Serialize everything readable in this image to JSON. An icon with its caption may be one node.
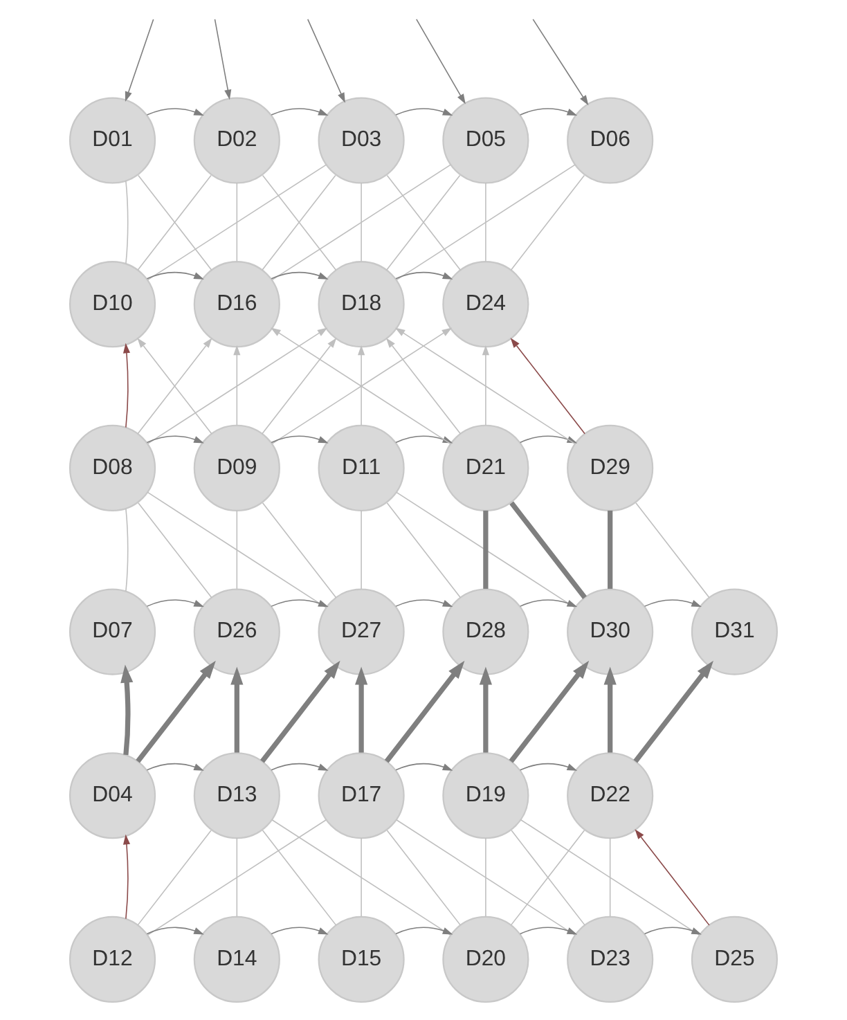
{
  "diagram": {
    "nodes": [
      {
        "text": [
          "D01"
        ]
      },
      {
        "text": [
          "D02"
        ]
      },
      {
        "text": [
          "D03"
        ]
      },
      {
        "text": [
          "D05"
        ]
      },
      {
        "text": [
          "D06"
        ]
      },
      {
        "text": [
          "D10"
        ]
      },
      {
        "text": [
          "D16"
        ]
      },
      {
        "text": [
          "D18"
        ]
      },
      {
        "text": [
          "D24"
        ]
      },
      {
        "text": [
          "D08"
        ]
      },
      {
        "text": [
          "D09"
        ]
      },
      {
        "text": [
          "D11"
        ]
      },
      {
        "text": [
          "D21"
        ]
      },
      {
        "text": [
          "D29"
        ]
      },
      {
        "text": [
          "D07"
        ]
      },
      {
        "text": [
          "D26"
        ]
      },
      {
        "text": [
          "D27"
        ]
      },
      {
        "text": [
          "D28"
        ]
      },
      {
        "text": [
          "D30"
        ]
      },
      {
        "text": [
          "D31"
        ]
      },
      {
        "text": [
          "D04"
        ]
      },
      {
        "text": [
          "D13"
        ]
      },
      {
        "text": [
          "D17"
        ]
      },
      {
        "text": [
          "D19"
        ]
      },
      {
        "text": [
          "D22"
        ]
      },
      {
        "text": [
          "D12"
        ]
      },
      {
        "text": [
          "D14"
        ]
      },
      {
        "text": [
          "D15"
        ]
      },
      {
        "text": [
          "D20"
        ]
      },
      {
        "text": [
          "D23"
        ]
      },
      {
        "text": [
          "D25"
        ]
      }
    ],
    "edges": [
      {
        "from": null,
        "to": 0,
        "arrow": "to",
        "color": "#7f7f7f"
      },
      {
        "from": null,
        "to": 1,
        "arrow": "to",
        "color": "#7f7f7f"
      },
      {
        "from": null,
        "to": 2,
        "arrow": "to",
        "color": "#7f7f7f"
      },
      {
        "from": null,
        "to": 3,
        "arrow": "to",
        "color": "#7f7f7f"
      },
      {
        "from": null,
        "to": 4,
        "arrow": "to",
        "color": "#7f7f7f"
      },
      {
        "from": 0,
        "to": 1,
        "arrow": "to",
        "color": "#7f7f7f"
      },
      {
        "from": 1,
        "to": 2,
        "arrow": "to",
        "color": "#7f7f7f"
      },
      {
        "from": 2,
        "to": 3,
        "arrow": "to",
        "color": "#7f7f7f"
      },
      {
        "from": 3,
        "to": 4,
        "arrow": "to",
        "color": "#7f7f7f"
      },
      {
        "from": 0,
        "to": 5,
        "arrow": "none"
      },
      {
        "from": 0,
        "to": 6,
        "arrow": "none"
      },
      {
        "from": 1,
        "to": 5,
        "arrow": "none"
      },
      {
        "from": 1,
        "to": 6,
        "arrow": "none"
      },
      {
        "from": 1,
        "to": 7,
        "arrow": "none"
      },
      {
        "from": 2,
        "to": 5,
        "arrow": "none"
      },
      {
        "from": 2,
        "to": 6,
        "arrow": "none"
      },
      {
        "from": 2,
        "to": 7,
        "arrow": "none"
      },
      {
        "from": 2,
        "to": 8,
        "arrow": "none"
      },
      {
        "from": 3,
        "to": 6,
        "arrow": "none"
      },
      {
        "from": 3,
        "to": 7,
        "arrow": "none"
      },
      {
        "from": 3,
        "to": 8,
        "arrow": "none"
      },
      {
        "from": 4,
        "to": 7,
        "arrow": "none"
      },
      {
        "from": 4,
        "to": 8,
        "arrow": "none"
      },
      {
        "from": 5,
        "to": 6,
        "arrow": "to",
        "color": "#7f7f7f"
      },
      {
        "from": 6,
        "to": 7,
        "arrow": "to",
        "color": "#7f7f7f"
      },
      {
        "from": 7,
        "to": 8,
        "arrow": "to",
        "color": "#7f7f7f"
      },
      {
        "from": 9,
        "to": 5,
        "arrow": "to",
        "color": "#8b4a4a"
      },
      {
        "from": 13,
        "to": 8,
        "arrow": "to",
        "color": "#8b4a4a"
      },
      {
        "from": 10,
        "to": 5,
        "arrow": "to"
      },
      {
        "from": 9,
        "to": 6,
        "arrow": "to"
      },
      {
        "from": 9,
        "to": 7,
        "arrow": "to"
      },
      {
        "from": 10,
        "to": 6,
        "arrow": "to"
      },
      {
        "from": 10,
        "to": 7,
        "arrow": "to"
      },
      {
        "from": 10,
        "to": 8,
        "arrow": "to"
      },
      {
        "from": 11,
        "to": 7,
        "arrow": "to"
      },
      {
        "from": 12,
        "to": 6,
        "arrow": "to"
      },
      {
        "from": 12,
        "to": 7,
        "arrow": "to"
      },
      {
        "from": 12,
        "to": 8,
        "arrow": "to"
      },
      {
        "from": 13,
        "to": 7,
        "arrow": "to"
      },
      {
        "from": 9,
        "to": 10,
        "arrow": "to",
        "color": "#7f7f7f"
      },
      {
        "from": 10,
        "to": 11,
        "arrow": "to",
        "color": "#7f7f7f"
      },
      {
        "from": 11,
        "to": 12,
        "arrow": "to",
        "color": "#7f7f7f"
      },
      {
        "from": 12,
        "to": 13,
        "arrow": "to",
        "color": "#7f7f7f"
      },
      {
        "from": 9,
        "to": 14,
        "arrow": "none"
      },
      {
        "from": 9,
        "to": 15,
        "arrow": "none"
      },
      {
        "from": 9,
        "to": 16,
        "arrow": "none"
      },
      {
        "from": 10,
        "to": 15,
        "arrow": "none"
      },
      {
        "from": 10,
        "to": 16,
        "arrow": "none"
      },
      {
        "from": 11,
        "to": 16,
        "arrow": "none"
      },
      {
        "from": 11,
        "to": 17,
        "arrow": "none"
      },
      {
        "from": 11,
        "to": 18,
        "arrow": "none"
      },
      {
        "from": 12,
        "to": 17,
        "arrow": "none",
        "style": "thick",
        "color": "#7f7f7f"
      },
      {
        "from": 12,
        "to": 18,
        "arrow": "none",
        "style": "thick",
        "color": "#7f7f7f"
      },
      {
        "from": 13,
        "to": 18,
        "arrow": "none",
        "style": "thick",
        "color": "#7f7f7f"
      },
      {
        "from": 13,
        "to": 19,
        "arrow": "none"
      },
      {
        "from": 14,
        "to": 15,
        "arrow": "to",
        "color": "#7f7f7f"
      },
      {
        "from": 15,
        "to": 16,
        "arrow": "to",
        "color": "#7f7f7f"
      },
      {
        "from": 16,
        "to": 17,
        "arrow": "to",
        "color": "#7f7f7f"
      },
      {
        "from": 17,
        "to": 18,
        "arrow": "to",
        "color": "#7f7f7f"
      },
      {
        "from": 18,
        "to": 19,
        "arrow": "to",
        "color": "#7f7f7f"
      },
      {
        "from": 20,
        "to": 14,
        "arrow": "to",
        "style": "thick",
        "color": "#7f7f7f"
      },
      {
        "from": 20,
        "to": 15,
        "arrow": "to",
        "style": "thick",
        "color": "#7f7f7f"
      },
      {
        "from": 21,
        "to": 15,
        "arrow": "to",
        "style": "thick",
        "color": "#7f7f7f"
      },
      {
        "from": 21,
        "to": 16,
        "arrow": "to",
        "style": "thick",
        "color": "#7f7f7f"
      },
      {
        "from": 22,
        "to": 16,
        "arrow": "to",
        "style": "thick",
        "color": "#7f7f7f"
      },
      {
        "from": 22,
        "to": 17,
        "arrow": "to",
        "style": "thick",
        "color": "#7f7f7f"
      },
      {
        "from": 23,
        "to": 17,
        "arrow": "to",
        "style": "thick",
        "color": "#7f7f7f"
      },
      {
        "from": 23,
        "to": 18,
        "arrow": "to",
        "style": "thick",
        "color": "#7f7f7f"
      },
      {
        "from": 24,
        "to": 18,
        "arrow": "to",
        "style": "thick",
        "color": "#7f7f7f"
      },
      {
        "from": 24,
        "to": 19,
        "arrow": "to",
        "style": "thick",
        "color": "#7f7f7f"
      },
      {
        "from": 20,
        "to": 21,
        "arrow": "to",
        "color": "#7f7f7f"
      },
      {
        "from": 21,
        "to": 22,
        "arrow": "to",
        "color": "#7f7f7f"
      },
      {
        "from": 22,
        "to": 23,
        "arrow": "to",
        "color": "#7f7f7f"
      },
      {
        "from": 23,
        "to": 24,
        "arrow": "to",
        "color": "#7f7f7f"
      },
      {
        "from": 25,
        "to": 20,
        "arrow": "to",
        "color": "#8b4a4a"
      },
      {
        "from": 30,
        "to": 24,
        "arrow": "to",
        "color": "#8b4a4a"
      },
      {
        "from": 21,
        "to": 25,
        "arrow": "none"
      },
      {
        "from": 21,
        "to": 26,
        "arrow": "none"
      },
      {
        "from": 21,
        "to": 27,
        "arrow": "none"
      },
      {
        "from": 21,
        "to": 28,
        "arrow": "none"
      },
      {
        "from": 22,
        "to": 25,
        "arrow": "none"
      },
      {
        "from": 22,
        "to": 27,
        "arrow": "none"
      },
      {
        "from": 22,
        "to": 28,
        "arrow": "none"
      },
      {
        "from": 22,
        "to": 29,
        "arrow": "none"
      },
      {
        "from": 23,
        "to": 28,
        "arrow": "none"
      },
      {
        "from": 23,
        "to": 29,
        "arrow": "none"
      },
      {
        "from": 23,
        "to": 30,
        "arrow": "none"
      },
      {
        "from": 24,
        "to": 28,
        "arrow": "none"
      },
      {
        "from": 24,
        "to": 29,
        "arrow": "none"
      },
      {
        "from": 25,
        "to": 26,
        "arrow": "to",
        "color": "#7f7f7f"
      },
      {
        "from": 26,
        "to": 27,
        "arrow": "to",
        "color": "#7f7f7f"
      },
      {
        "from": 27,
        "to": 28,
        "arrow": "to",
        "color": "#7f7f7f"
      },
      {
        "from": 28,
        "to": 29,
        "arrow": "to",
        "color": "#7f7f7f"
      },
      {
        "from": 29,
        "to": 30,
        "arrow": "to",
        "color": "#7f7f7f"
      }
    ]
  }
}
